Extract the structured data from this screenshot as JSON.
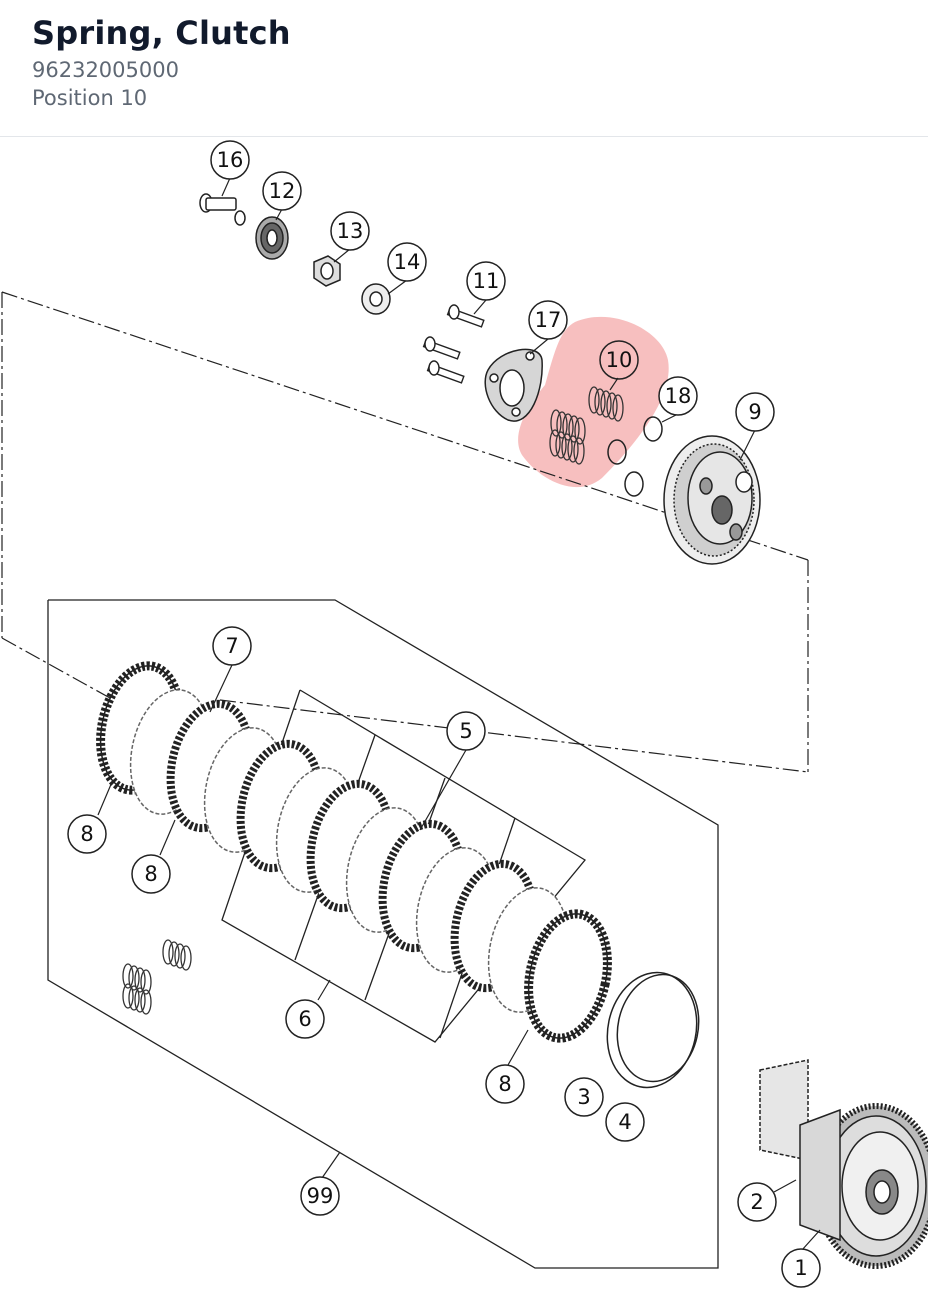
{
  "part": {
    "title": "Spring, Clutch",
    "number": "96232005000",
    "position_label": "Position 10"
  },
  "diagram": {
    "highlight_color": "#f08a8a",
    "line_color": "#222222",
    "callouts": [
      "16",
      "12",
      "13",
      "14",
      "11",
      "17",
      "10",
      "18",
      "9",
      "7",
      "5",
      "8",
      "8",
      "6",
      "8",
      "3",
      "4",
      "99",
      "2",
      "1"
    ]
  }
}
